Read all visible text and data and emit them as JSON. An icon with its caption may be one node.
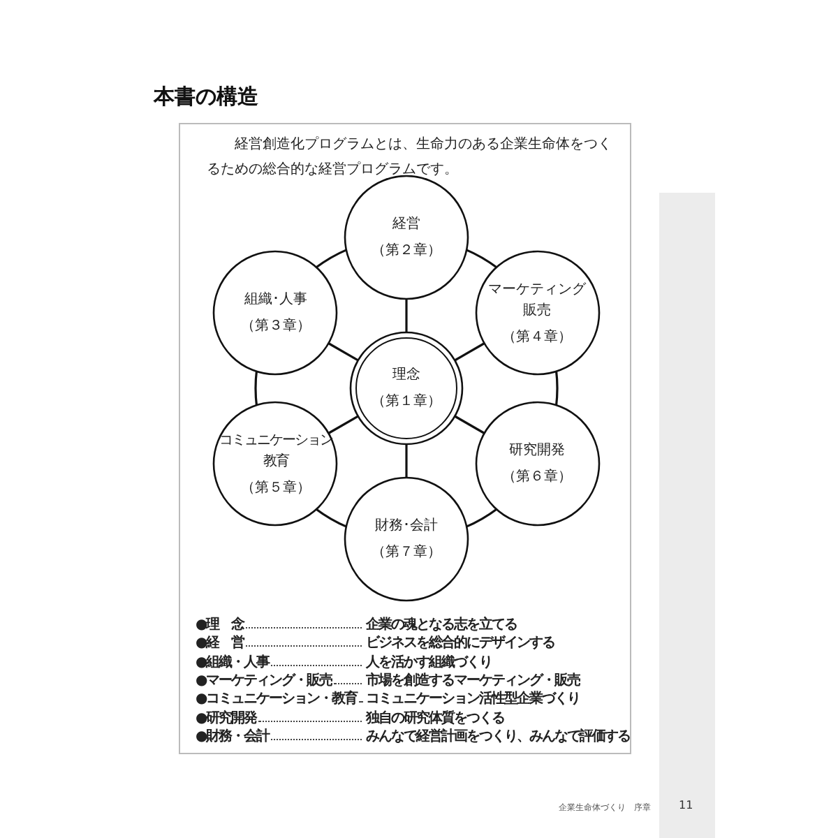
{
  "diagram": {
    "title": "本書の構造",
    "nodes": [
      {
        "text": [
          "経営",
          "（第２章）"
        ]
      },
      {
        "text": [
          "組織･人事",
          "（第３章）"
        ]
      },
      {
        "text": [
          "マーケティング販売",
          "（第４章）"
        ]
      },
      {
        "text": [
          "理念",
          "（第１章）"
        ]
      },
      {
        "text": [
          "コミュニケーション教育",
          "（第５章）"
        ]
      },
      {
        "text": [
          "研究開発",
          "（第６章）"
        ]
      },
      {
        "text": [
          "財務･会計",
          "（第７章）"
        ]
      }
    ],
    "edges": [
      {
        "from": 3,
        "to": 0,
        "arrow": "none"
      },
      {
        "from": 3,
        "to": 1,
        "arrow": "none"
      },
      {
        "from": 3,
        "to": 2,
        "arrow": "none"
      },
      {
        "from": 3,
        "to": 4,
        "arrow": "none"
      },
      {
        "from": 3,
        "to": 5,
        "arrow": "none"
      },
      {
        "from": 3,
        "to": 6,
        "arrow": "none"
      },
      {
        "from": 0,
        "to": 2,
        "arrow": "none"
      },
      {
        "from": 2,
        "to": 5,
        "arrow": "none"
      },
      {
        "from": 5,
        "to": 6,
        "arrow": "none"
      },
      {
        "from": 6,
        "to": 4,
        "arrow": "none"
      },
      {
        "from": 4,
        "to": 1,
        "arrow": "none"
      },
      {
        "from": 1,
        "to": 0,
        "arrow": "none"
      }
    ],
    "labels": [
      "経営創造化プログラムとは、生命力のある企業生命体をつくるための総合的な経営プログラムです。",
      "●理　念",
      "企業の魂となる志を立てる",
      "●経　営",
      "ビジネスを総合的にデザインする",
      "●組織・人事",
      "人を活かす組織づくり",
      "●マーケティング・販売",
      "市場を創造するマーケティング・販売",
      "●コミュニケーション・教育",
      "コミュニケーション活性型企業づくり",
      "●研究開発",
      "独自の研究体質をつくる",
      "●財務・会計",
      "みんなで経営計画をつくり、みんなで評価する",
      "企業生命体づくり　序章",
      "11"
    ]
  }
}
